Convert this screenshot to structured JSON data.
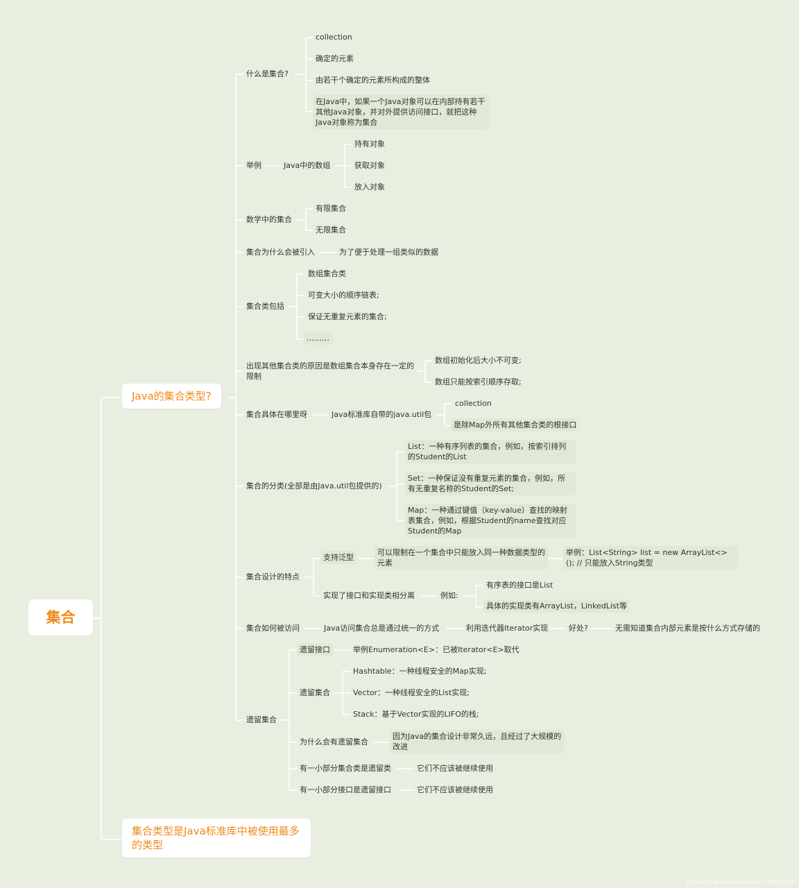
{
  "root": "集合",
  "branches": [
    "Java的集合类型?",
    "集合类型是Java标准库中被使用最多的类型"
  ],
  "topics": {
    "what": {
      "label": "什么是集合?",
      "items": [
        "collection",
        "确定的元素",
        "由若干个确定的元素所构成的整体",
        "在Java中，如果一个Java对象可以在内部持有若干其他Java对象，并对外提供访问接口，就把这种Java对象称为集合"
      ]
    },
    "example": {
      "label": "举例",
      "child": "Java中的数组",
      "items": [
        "持有对象",
        "获取对象",
        "放入对象"
      ]
    },
    "math": {
      "label": "数学中的集合",
      "items": [
        "有限集合",
        "无限集合"
      ]
    },
    "why": {
      "label": "集合为什么会被引入",
      "child": "为了便于处理一组类似的数据"
    },
    "includes": {
      "label": "集合类包括",
      "items": [
        "数组集合类",
        "可变大小的顺序链表;",
        "保证无重复元素的集合;",
        "………"
      ]
    },
    "reason": {
      "label": "出现其他集合类的原因是数组集合本身存在一定的限制",
      "items": [
        "数组初始化后大小不可变;",
        "数组只能按索引顺序存取;"
      ]
    },
    "where": {
      "label": "集合具体在哪里呀",
      "child": "Java标准库自带的java.util包",
      "items": [
        "collection",
        "是除Map外所有其他集合类的根接口"
      ]
    },
    "category": {
      "label": "集合的分类(全部是由Java.util包提供的)",
      "items": [
        "List：一种有序列表的集合，例如，按索引排列的Student的List",
        "Set：一种保证没有重复元素的集合，例如，所有无重复名称的Student的Set;",
        "Map：一种通过键值（key-value）查找的映射表集合，例如，根据Student的name查找对应Student的Map"
      ]
    },
    "design": {
      "label": "集合设计的特点",
      "generic": "支持泛型",
      "generic_detail": "可以限制在一个集合中只能放入同一种数据类型的元素",
      "generic_example": "举例：List<String> list = new ArrayList<>(); // 只能放入String类型",
      "separate": "实现了接口和实现类相分离",
      "separate_example": "例如:",
      "separate_items": [
        "有序表的接口是List",
        "具体的实现类有ArrayList，LinkedList等"
      ]
    },
    "access": {
      "label": "集合如何被访问",
      "chain": [
        "Java访问集合总是通过统一的方式",
        "利用迭代器Iterator实现",
        "好处?",
        "无需知道集合内部元素是按什么方式存储的"
      ]
    },
    "legacy": {
      "label": "遗留集合",
      "iface": "遗留接口",
      "iface_detail": "举例Enumeration<E>：已被Iterator<E>取代",
      "coll": "遗留集合",
      "coll_items": [
        "Hashtable：一种线程安全的Map实现;",
        "Vector：一种线程安全的List实现;",
        "Stack：基于Vector实现的LIFO的栈;"
      ],
      "why": "为什么会有遗留集合",
      "why_detail": "因为Java的集合设计非常久远，且经过了大规模的改进",
      "some_classes": "有一小部分集合类是遗留类",
      "some_classes_detail": "它们不应该被继续使用",
      "some_ifaces": "有一小部分接口是遗留接口",
      "some_ifaces_detail": "它们不应该被继续使用"
    }
  },
  "watermark": "https://blog.csdn.net/weixin_45677503",
  "colors": {
    "background": "#e8efe0",
    "accent": "#f08a1a",
    "line": "#ffffff",
    "box": "#dfe9d5"
  }
}
